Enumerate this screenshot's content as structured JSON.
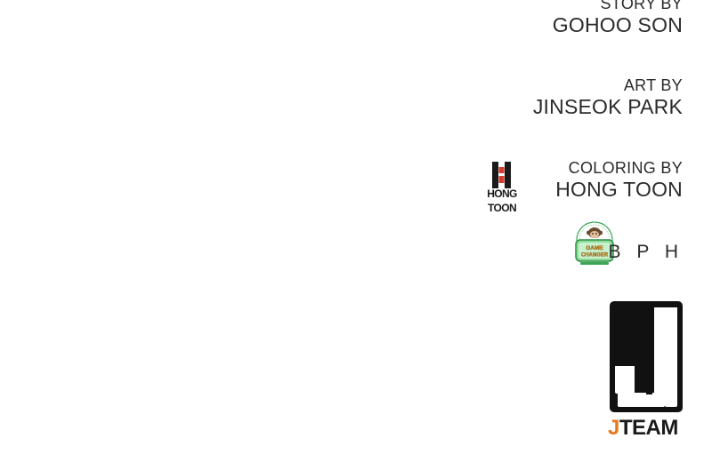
{
  "credits": [
    {
      "role": "STORY BY",
      "name": "GOHOO SON"
    },
    {
      "role": "ART BY",
      "name": "JINSEOK PARK"
    },
    {
      "role": "COLORING BY",
      "name": "HONG TOON"
    }
  ],
  "logos": {
    "hongtoon": {
      "line1": "HONG",
      "line2": "TOON"
    },
    "game_changer": {
      "text": "GAME CHANGER",
      "badge_color": "#37b24d"
    },
    "bph": "B P H",
    "jteam": {
      "j": "J",
      "rest": "TEAM",
      "accent": "#e8781e"
    }
  }
}
